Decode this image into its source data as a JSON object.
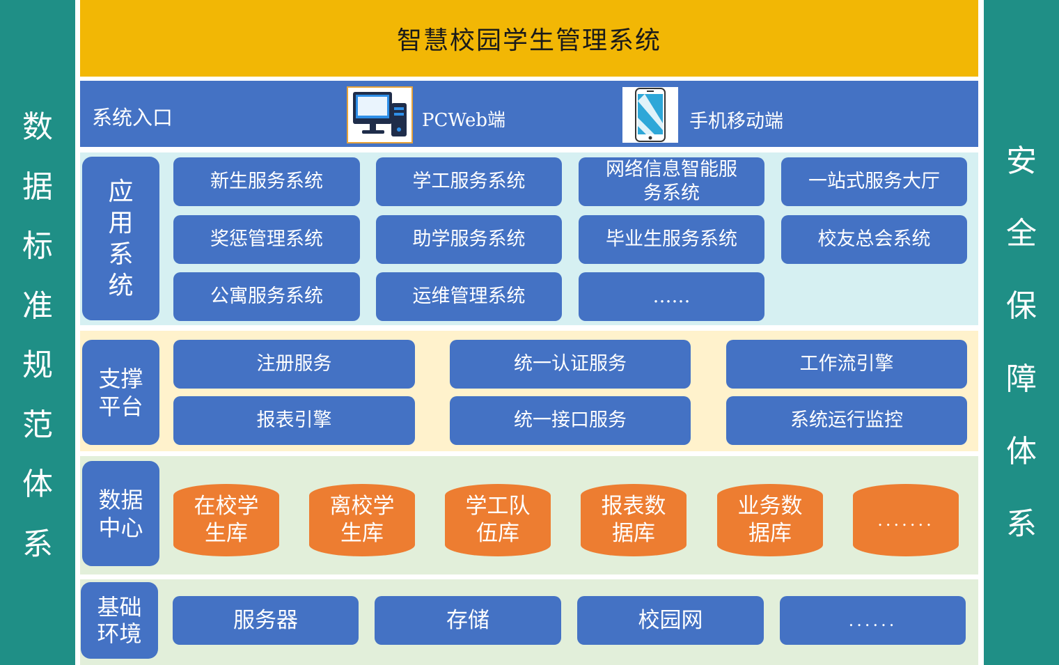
{
  "title": "智慧校园学生管理系统",
  "left_side_label": [
    "数",
    "据",
    "标",
    "准",
    "规",
    "范",
    "体",
    "系"
  ],
  "right_side_label": [
    "安",
    "全",
    "保",
    "障",
    "体",
    "系"
  ],
  "entry": {
    "label": "系统入口",
    "pc": {
      "label": "PCWeb端",
      "icon": "desktop-computer-icon"
    },
    "mobile": {
      "label": "手机移动端",
      "icon": "mobile-phone-icon"
    }
  },
  "app_layer": {
    "label": "应\n用\n系\n统",
    "items": [
      "新生服务系统",
      "学工服务系统",
      "网络信息智能服\n务系统",
      "一站式服务大厅",
      "奖惩管理系统",
      "助学服务系统",
      "毕业生服务系统",
      "校友总会系统",
      "公寓服务系统",
      "运维管理系统",
      "……"
    ]
  },
  "support_layer": {
    "label": "支撑\n平台",
    "items": [
      "注册服务",
      "统一认证服务",
      "工作流引擎",
      "报表引擎",
      "统一接口服务",
      "系统运行监控"
    ]
  },
  "data_layer": {
    "label": "数据\n中心",
    "items": [
      "在校学\n生库",
      "离校学\n生库",
      "学工队\n伍库",
      "报表数\n据库",
      "业务数\n据库",
      "......."
    ]
  },
  "infra_layer": {
    "label": "基础\n环境",
    "items": [
      "服务器",
      "存储",
      "校园网",
      "......"
    ]
  },
  "colors": {
    "side": "#1f8f86",
    "title": "#f2b705",
    "blue": "#4472c4",
    "app_bg": "#d6f0f2",
    "support_bg": "#fff2cc",
    "data_bg": "#e2efda",
    "cylinder": "#ed7d31"
  }
}
